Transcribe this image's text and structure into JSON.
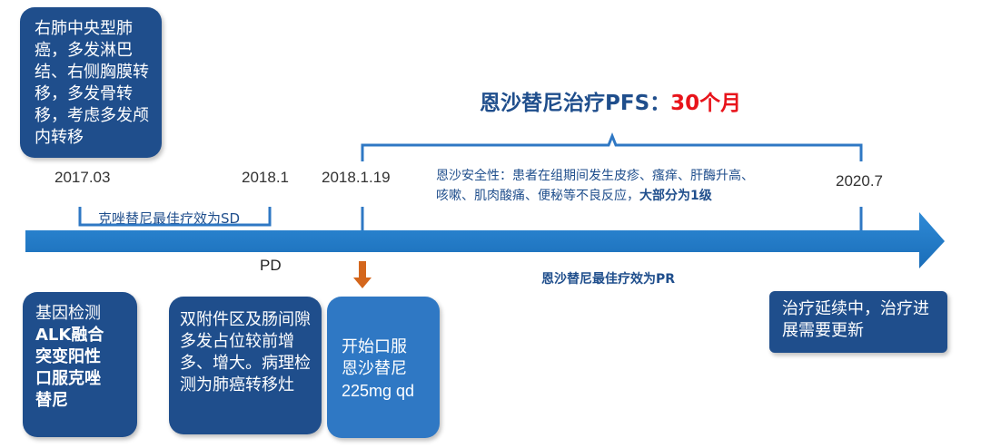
{
  "diagnosis_box": "右肺中央型肺癌，多发淋巴结、右侧胸膜转移，多发骨转移，考虑多发颅内转移",
  "dates": {
    "d1": "2017.03",
    "d2": "2018.1",
    "d3": "2018.1.19",
    "d4": "2020.7"
  },
  "pfs": {
    "label": "恩沙替尼治疗PFS：",
    "value": "30个月"
  },
  "safety": {
    "line1": "恩沙安全性：患者在组期间发生皮疹、瘙痒、肝酶升高、",
    "line2": "咳嗽、肌肉酸痛、便秘等不良反应，",
    "line2_bold": "大部分为1级"
  },
  "crizotinib_sd": "克唑替尼最佳疗效为SD",
  "pd_label": "PD",
  "ensartinib_pr": "恩沙替尼最佳疗效为PR",
  "gene_box": {
    "line1": "基因检测",
    "line2": "ALK融合",
    "line3": "突变阳性",
    "line4": "口服克唑",
    "line5": "替尼"
  },
  "progression_box": "双附件区及肠间隙多发占位较前增多、增大。病理检测为肺癌转移灶",
  "start_box": {
    "line1": "开始口服",
    "line2": "恩沙替尼",
    "line3": "225mg qd"
  },
  "ongoing_box": "治疗延续中，治疗进展需要更新",
  "colors": {
    "dark_blue": "#1f4e8c",
    "light_blue": "#2f78c4",
    "arrow_blue": "#1e7bc8",
    "orange": "#d4661c",
    "red": "#e8141b"
  }
}
